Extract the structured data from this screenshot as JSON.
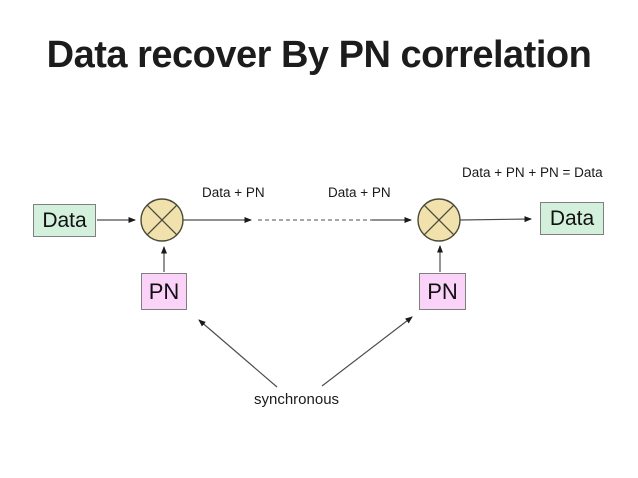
{
  "title": "Data recover By PN correlation",
  "colors": {
    "title": "#1c1c1c",
    "data_box_fill": "#d3f0dc",
    "pn_box_fill": "#fbd3f9",
    "mixer_fill": "#f1e2ad",
    "line": "#4d4d4d",
    "box_border": "#808080"
  },
  "diagram": {
    "transmitter_data_label": "Data",
    "receiver_data_label": "Data",
    "pn_left_label": "PN",
    "pn_right_label": "PN",
    "signal_label_left": "Data + PN",
    "signal_label_right": "Data + PN",
    "equation_label": "Data + PN + PN = Data",
    "sync_label": "synchronous",
    "mixer_symbol": "multiply-circle"
  }
}
